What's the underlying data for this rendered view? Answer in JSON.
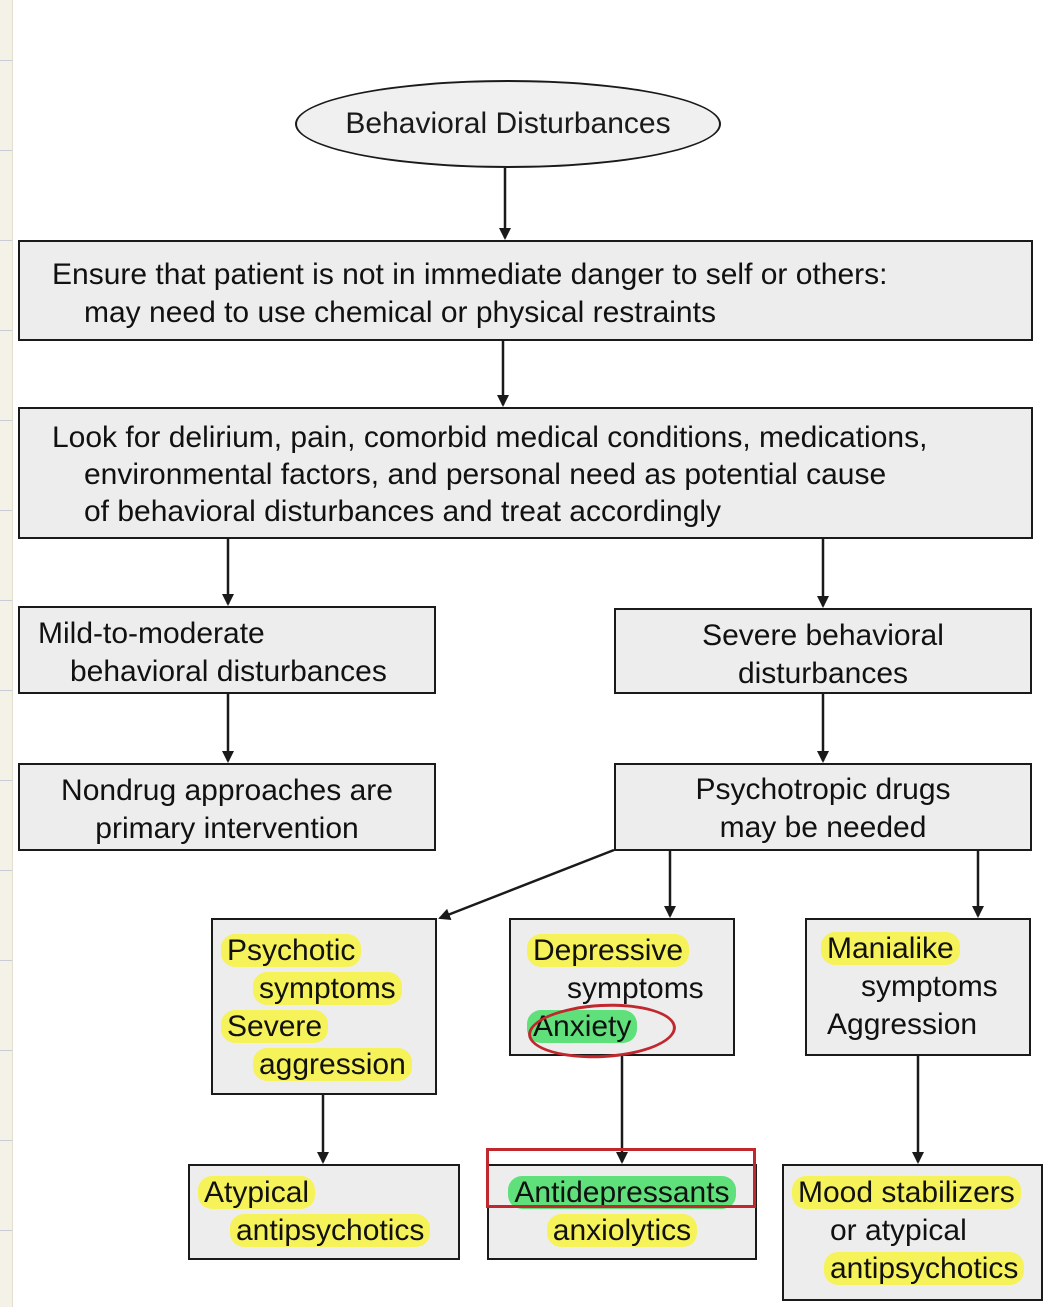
{
  "root": "Behavioral Disturbances",
  "step1": [
    "Ensure that patient is not in immediate danger to self or others:",
    "may need to use chemical or physical restraints"
  ],
  "step2": [
    "Look for delirium, pain, comorbid medical conditions, medications,",
    "environmental factors, and personal need as potential cause",
    "of behavioral disturbances and treat accordingly"
  ],
  "mild": [
    "Mild-to-moderate",
    "behavioral disturbances"
  ],
  "severe": [
    "Severe behavioral",
    "disturbances"
  ],
  "nondrug": [
    "Nondrug approaches are",
    "primary intervention"
  ],
  "psychotropic": [
    "Psychotropic drugs",
    "may be needed"
  ],
  "psychotic": [
    "Psychotic",
    "symptoms",
    "Severe",
    "aggression"
  ],
  "depressive": [
    "Depressive",
    "symptoms",
    "Anxiety"
  ],
  "manialike": [
    "Manialike",
    "symptoms",
    "Aggression"
  ],
  "atypical": [
    "Atypical",
    "antipsychotics"
  ],
  "antidepressants": [
    "Antidepressants",
    "anxiolytics"
  ],
  "mood": [
    "Mood stabilizers",
    "or atypical",
    "antipsychotics"
  ],
  "colors": {
    "box_fill": "#ededed",
    "stroke": "#1a1a1a",
    "highlight_yellow": "#f6f25a",
    "highlight_green": "#5fe07a",
    "annotation_red": "#c0282e"
  }
}
